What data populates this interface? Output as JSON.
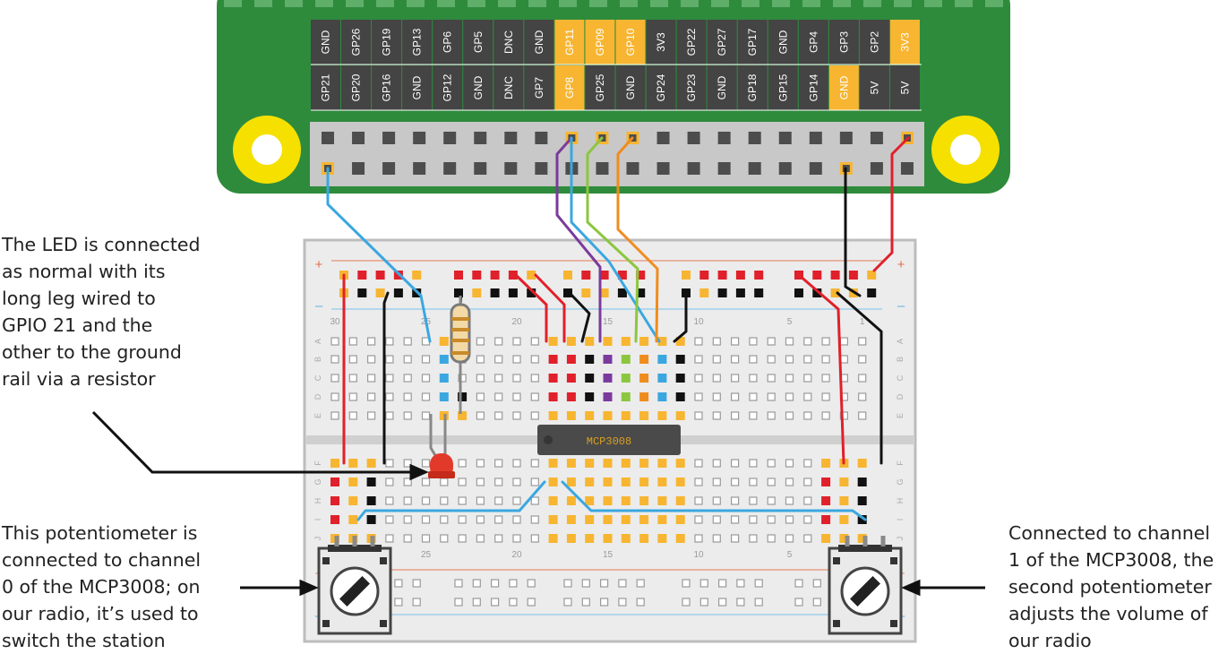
{
  "pi_header": {
    "top_row_pins": [
      "GND",
      "GP26",
      "GP19",
      "GP13",
      "GP6",
      "GP5",
      "DNC",
      "GND",
      "GP11",
      "GP09",
      "GP10",
      "3V3",
      "GP22",
      "GP27",
      "GP17",
      "GND",
      "GP4",
      "GP3",
      "GP2",
      "3V3"
    ],
    "bottom_row_pins": [
      "GP21",
      "GP20",
      "GP16",
      "GND",
      "GP12",
      "GND",
      "DNC",
      "GP7",
      "GP8",
      "GP25",
      "GND",
      "GP24",
      "GP23",
      "GND",
      "GP18",
      "GP15",
      "GP14",
      "GND",
      "5V",
      "5V"
    ],
    "highlighted_top": [
      "GP11",
      "GP09",
      "GP10",
      "3V3"
    ],
    "highlighted_bottom": [
      "GP8",
      "GND"
    ]
  },
  "breadboard": {
    "column_numbers": [
      "30",
      "25",
      "20",
      "15",
      "10",
      "5",
      "1"
    ],
    "row_letters_top": [
      "A",
      "B",
      "C",
      "D",
      "E"
    ],
    "row_letters_bottom": [
      "F",
      "G",
      "H",
      "I",
      "J"
    ],
    "rail_plus": "+",
    "rail_minus": "–",
    "chip_label": "MCP3008"
  },
  "callouts": {
    "led": [
      "The LED is connected",
      "as normal with its",
      "long leg wired to",
      "GPIO 21 and the",
      "other to the ground",
      "rail via a resistor"
    ],
    "pot0": [
      "This potentiometer is",
      "connected to channel",
      "0 of the MCP3008; on",
      "our radio, it’s used to",
      "switch the station"
    ],
    "pot1": [
      "Connected to channel",
      "1 of the MCP3008, the",
      "second potentiometer",
      "adjusts the volume of",
      "our radio"
    ]
  },
  "colors": {
    "board_green": "#2e8b3c",
    "pin_dark": "#444444",
    "pin_highlight": "#f7b531",
    "header_grey": "#c8c8c8",
    "wire_blue": "#3aa7e0",
    "wire_purple": "#7a3b9c",
    "wire_green": "#8cc63f",
    "wire_orange": "#f08c1e",
    "wire_red": "#e0202a",
    "wire_black": "#111111"
  }
}
